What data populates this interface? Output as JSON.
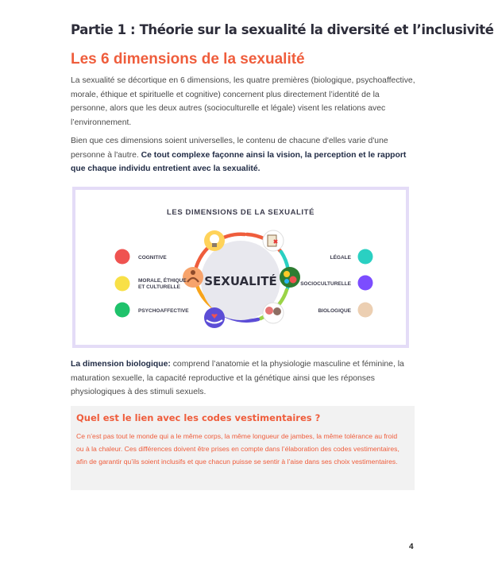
{
  "header": {
    "part_title": "Partie 1 : Théorie sur la sexualité la diversité et l’inclusivité"
  },
  "section": {
    "title": "Les 6 dimensions de la sexualité"
  },
  "intro": {
    "paragraph_1": "La sexualité se décortique en 6 dimensions, les quatre premières (biologique, psychoaffective, morale, éthique et spirituelle et cognitive) concernent plus directement l’identité de la personne, alors que les deux autres (socioculturelle et légale) visent les relations avec l’environnement.",
    "paragraph_2_plain": "Bien que ces dimensions soient universelles, le contenu de chacune d'elles varie d'une personne à l'autre.",
    "paragraph_2_bold": "Ce tout complexe façonne ainsi la vision, la perception et le rapport que chaque individu entretient avec la sexualité."
  },
  "figure": {
    "title": "LES DIMENSIONS DE LA SEXUALITÉ",
    "center_label": "SEXUALITÉ",
    "left_items": [
      {
        "label": "COGNITIVE",
        "color": "#ef5350"
      },
      {
        "label": "MORALE, ÉTHIQUE\nET CULTURELLE",
        "color": "#f8e047"
      },
      {
        "label": "PSYCHOAFFECTIVE",
        "color": "#1fc26b"
      }
    ],
    "right_items": [
      {
        "label": "LÉGALE",
        "color": "#2ad0c2"
      },
      {
        "label": "SOCIOCULTURELLE",
        "color": "#7c4dff"
      },
      {
        "label": "BIOLOGIQUE",
        "color": "#eccfb2"
      }
    ],
    "node_icons": [
      "lightbulb-icon",
      "checklist-icon",
      "gears-icon",
      "family-icon",
      "hands-heart-icon",
      "meditation-icon"
    ]
  },
  "biology": {
    "label": "La dimension biologique:",
    "text": " comprend l’anatomie et la physiologie masculine et féminine, la maturation sexuelle, la capacité reproductive et la génétique ainsi que les réponses physiologiques à des stimuli sexuels."
  },
  "callout": {
    "title": "Quel est le lien avec les codes vestimentaires ?",
    "body": "Ce n’est pas tout le monde qui a le même corps, la même longueur de jambes, la même tolérance au froid ou à la chaleur. Ces différences doivent être prises en compte dans l’élaboration des codes vestimentaires, afin de garantir qu’ils soient inclusifs et que chacun puisse se sentir à l’aise dans ses choix vestimentaires."
  },
  "footer": {
    "page_number": "4"
  }
}
